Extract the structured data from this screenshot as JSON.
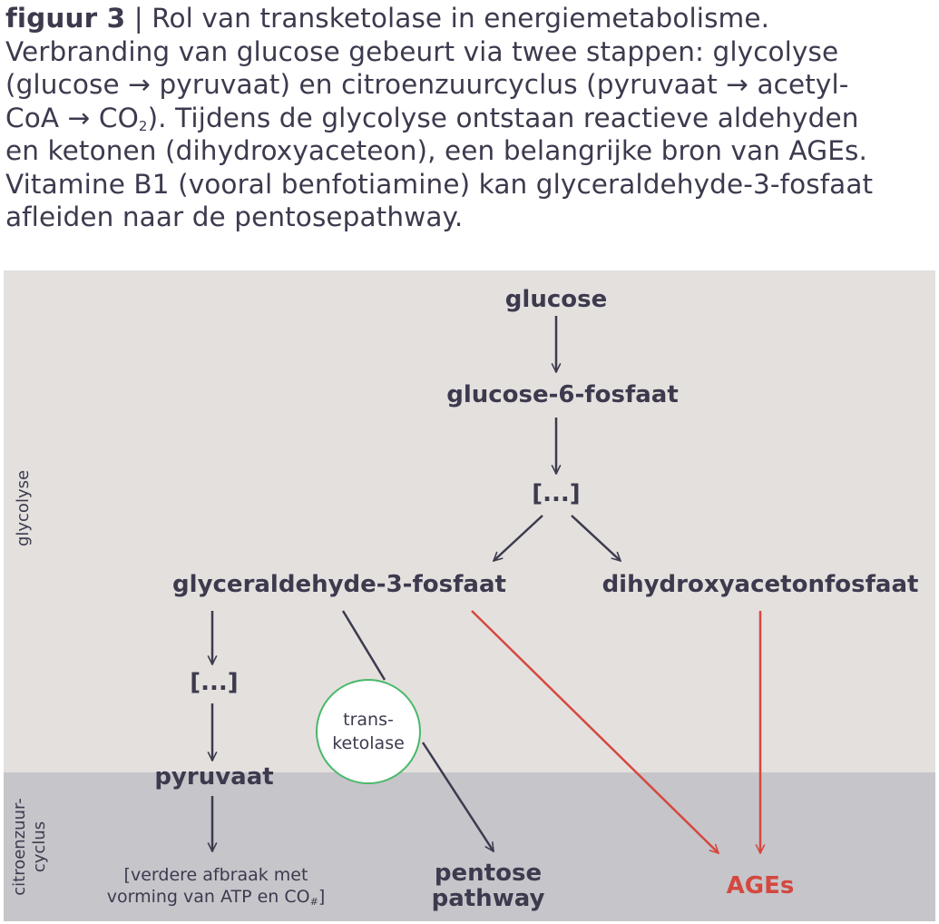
{
  "caption": {
    "figure_label": "figuur 3",
    "separator": "|",
    "line1": "Rol van transketolase in energiemetabolisme.",
    "line2": "Verbranding van glucose gebeurt via twee stappen: glycolyse",
    "line3": "(glucose → pyruvaat) en citroenzuurcyclus (pyruvaat → acetyl-",
    "line4a": "CoA → CO",
    "line4sub": "2",
    "line4b": "). Tijdens de glycolyse ontstaan reactieve aldehyden",
    "line5": "en ketonen (dihydroxyaceteon), een belangrijke bron van AGEs.",
    "line6": "Vitamine B1 (vooral benfotiamine) kan glyceraldehyde-3-fosfaat",
    "line7": "afleiden naar de pentosepathway."
  },
  "sections": {
    "top": "glycolyse",
    "bottom_line1": "citroenzuur-",
    "bottom_line2": "cyclus"
  },
  "nodes": {
    "glucose": "glucose",
    "g6p": "glucose-6-fosfaat",
    "ellipsis1": "[...]",
    "gap": "glyceraldehyde-3-fosfaat",
    "dhap": "dihydroxyacetonfosfaat",
    "ellipsis2": "[...]",
    "pyruvate": "pyruvaat",
    "further_line1": "[verdere afbraak met",
    "further_line2a": "vorming van ATP en CO",
    "further_line2sub": "#",
    "further_line2b": "]",
    "pentose_line1": "pentose",
    "pentose_line2": "pathway",
    "ages": "AGEs"
  },
  "enzyme": {
    "line1": "trans-",
    "line2": "ketolase"
  },
  "colors": {
    "text": "#3d3a4e",
    "arrow": "#3d3a4e",
    "ages_red": "#d4483f",
    "enzyme_circle": "#49b86a",
    "panel_top": "#e4e0de",
    "panel_bottom": "#c6c5ca"
  }
}
